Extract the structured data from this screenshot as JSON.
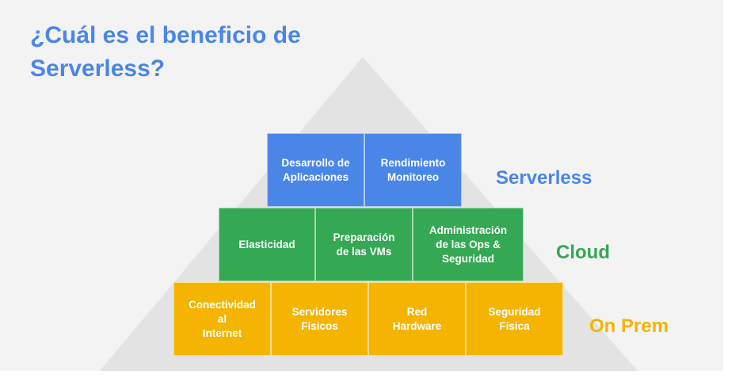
{
  "title": {
    "line1": "¿Cuál es el beneficio de",
    "line2": "Serverless?"
  },
  "tiers": {
    "serverless": {
      "label": "Serverless",
      "color": "#4a86e8",
      "blocks": [
        "Desarrollo de\nAplicaciones",
        "Rendimiento\nMonitoreo"
      ]
    },
    "cloud": {
      "label": "Cloud",
      "color": "#34a853",
      "blocks": [
        "Elasticidad",
        "Preparación\nde las VMs",
        "Administración\nde las Ops &\nSeguridad"
      ]
    },
    "onprem": {
      "label": "On Prem",
      "color": "#f4b400",
      "blocks": [
        "Conectividad\nal\nInternet",
        "Servidores\nFísicos",
        "Red\nHardware",
        "Seguridad\nFísica"
      ]
    }
  },
  "colors": {
    "title": "#4a86e8",
    "triangle": "#e3e3e3",
    "background": "#f3f3f3"
  }
}
